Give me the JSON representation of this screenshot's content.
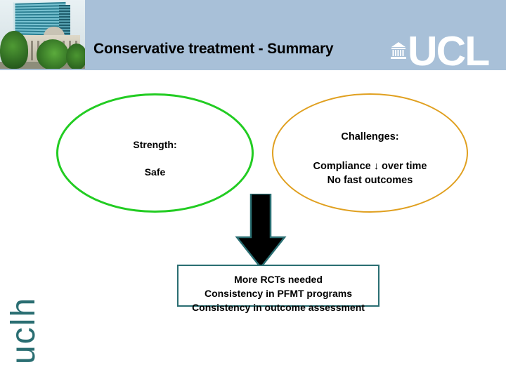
{
  "slide": {
    "title": "Conservative treatment - Summary",
    "background_color": "#ffffff"
  },
  "header": {
    "bar_color": "#a8c0d8",
    "photo_alt": "hospital-building-photo",
    "logo": {
      "wordmark": "UCL",
      "mark_icon": "ucl-portico-icon",
      "color": "#ffffff"
    }
  },
  "diagram": {
    "strength_ellipse": {
      "border_color": "#22cc22",
      "heading": "Strength:",
      "body": "Safe"
    },
    "challenges_ellipse": {
      "border_color": "#e0a020",
      "heading": "Challenges:",
      "body_line1": "Compliance ↓ over time",
      "body_line2": "No fast outcomes"
    },
    "arrow": {
      "icon": "down-arrow-icon",
      "fill_color": "#000000",
      "outline_color": "#2a6e72"
    },
    "outcome_box": {
      "border_color": "#2a6e72",
      "line1": "More RCTs needed",
      "line2": "Consistency in PFMT programs",
      "line3": "Consistency in outcome assessment"
    }
  },
  "watermark": {
    "text": "uclh",
    "color": "#2a6e72"
  }
}
